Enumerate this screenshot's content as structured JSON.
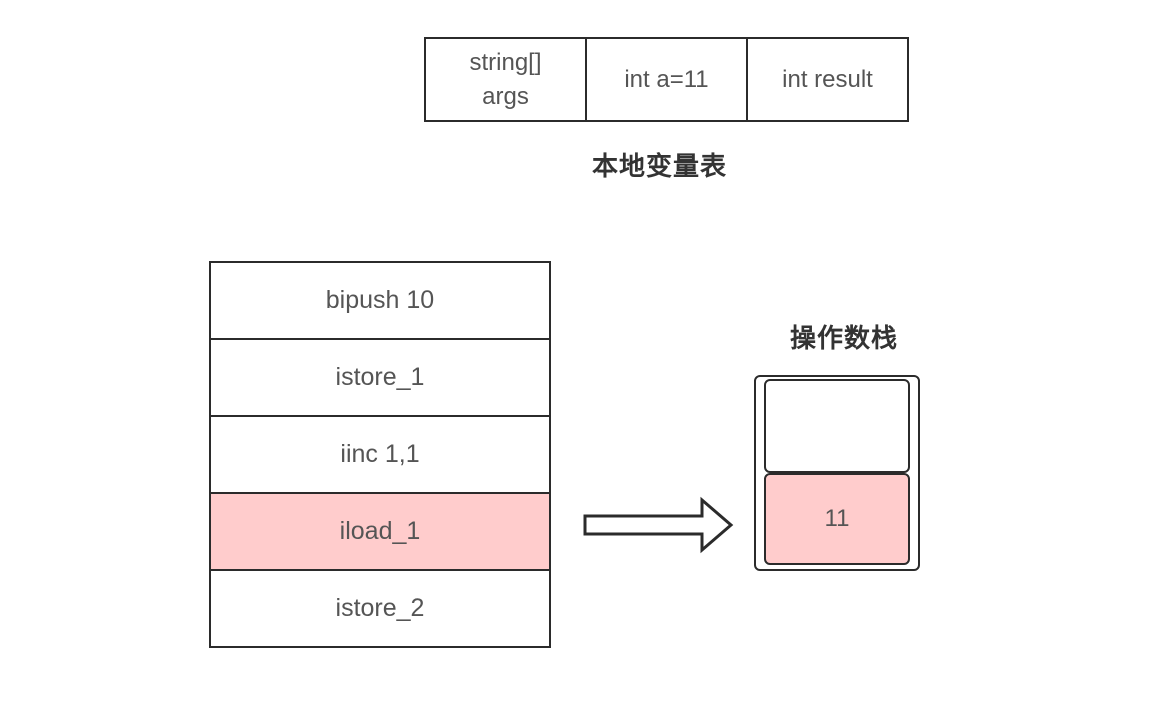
{
  "local_variable_table": {
    "title": "本地变量表",
    "cells": [
      "string[]\nargs",
      "int a=11",
      "int result"
    ]
  },
  "instructions": {
    "items": [
      "bipush 10",
      "istore_1",
      "iinc 1,1",
      "iload_1",
      "istore_2"
    ],
    "active_index": 3
  },
  "operand_stack": {
    "title": "操作数栈",
    "slots": [
      "",
      "11"
    ]
  },
  "colors": {
    "highlight": "#ffcccc",
    "border": "#2b2b2b",
    "text": "#555555"
  }
}
